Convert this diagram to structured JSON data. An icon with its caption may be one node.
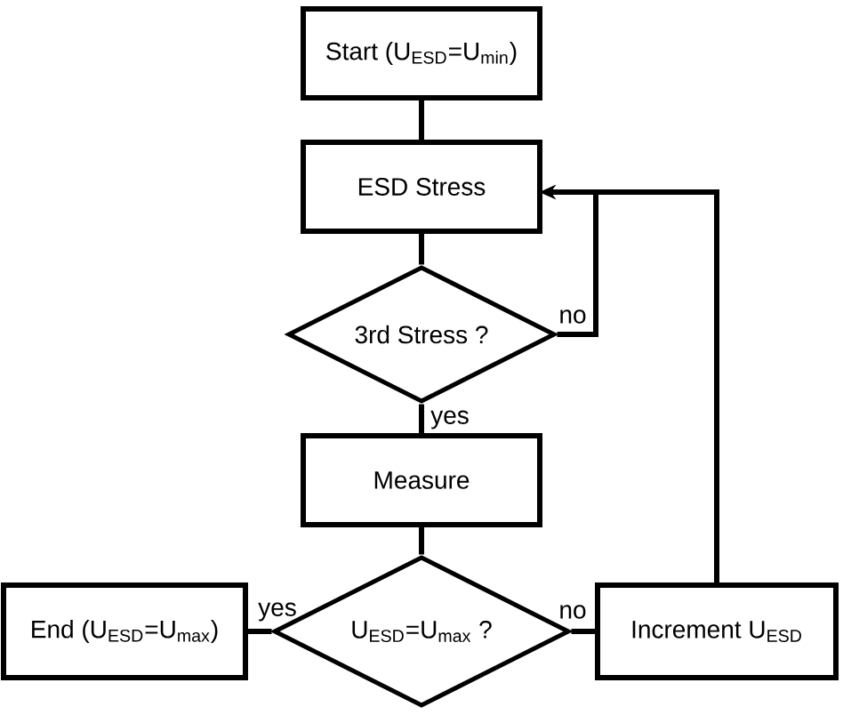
{
  "diagram": {
    "nodes": [
      {
        "text": [
          "Start (U$_{ESD}$=U$_{min}$)"
        ]
      },
      {
        "text": [
          "ESD Stress"
        ]
      },
      {
        "text": [
          "3rd Stress ?"
        ]
      },
      {
        "text": [
          "Measure"
        ]
      },
      {
        "text": [
          "U$_{ESD}$=U$_{max}$ ?"
        ]
      },
      {
        "text": [
          "End (U$_{ESD}$=U$_{max}$)"
        ]
      },
      {
        "text": [
          "Increment U$_{ESD}$"
        ]
      }
    ],
    "edges": [
      {
        "from": 0,
        "to": 1,
        "arrow": "none"
      },
      {
        "from": 1,
        "to": 2,
        "arrow": "none"
      },
      {
        "from": 2,
        "to": 1,
        "arrow": "to",
        "label": "no"
      },
      {
        "from": 2,
        "to": 3,
        "arrow": "none",
        "label": "yes"
      },
      {
        "from": 3,
        "to": 4,
        "arrow": "none"
      },
      {
        "from": 4,
        "to": 5,
        "arrow": "none",
        "label": "yes"
      },
      {
        "from": 4,
        "to": 6,
        "arrow": "none",
        "label": "no"
      },
      {
        "from": 6,
        "to": 1,
        "arrow": "to"
      }
    ]
  }
}
